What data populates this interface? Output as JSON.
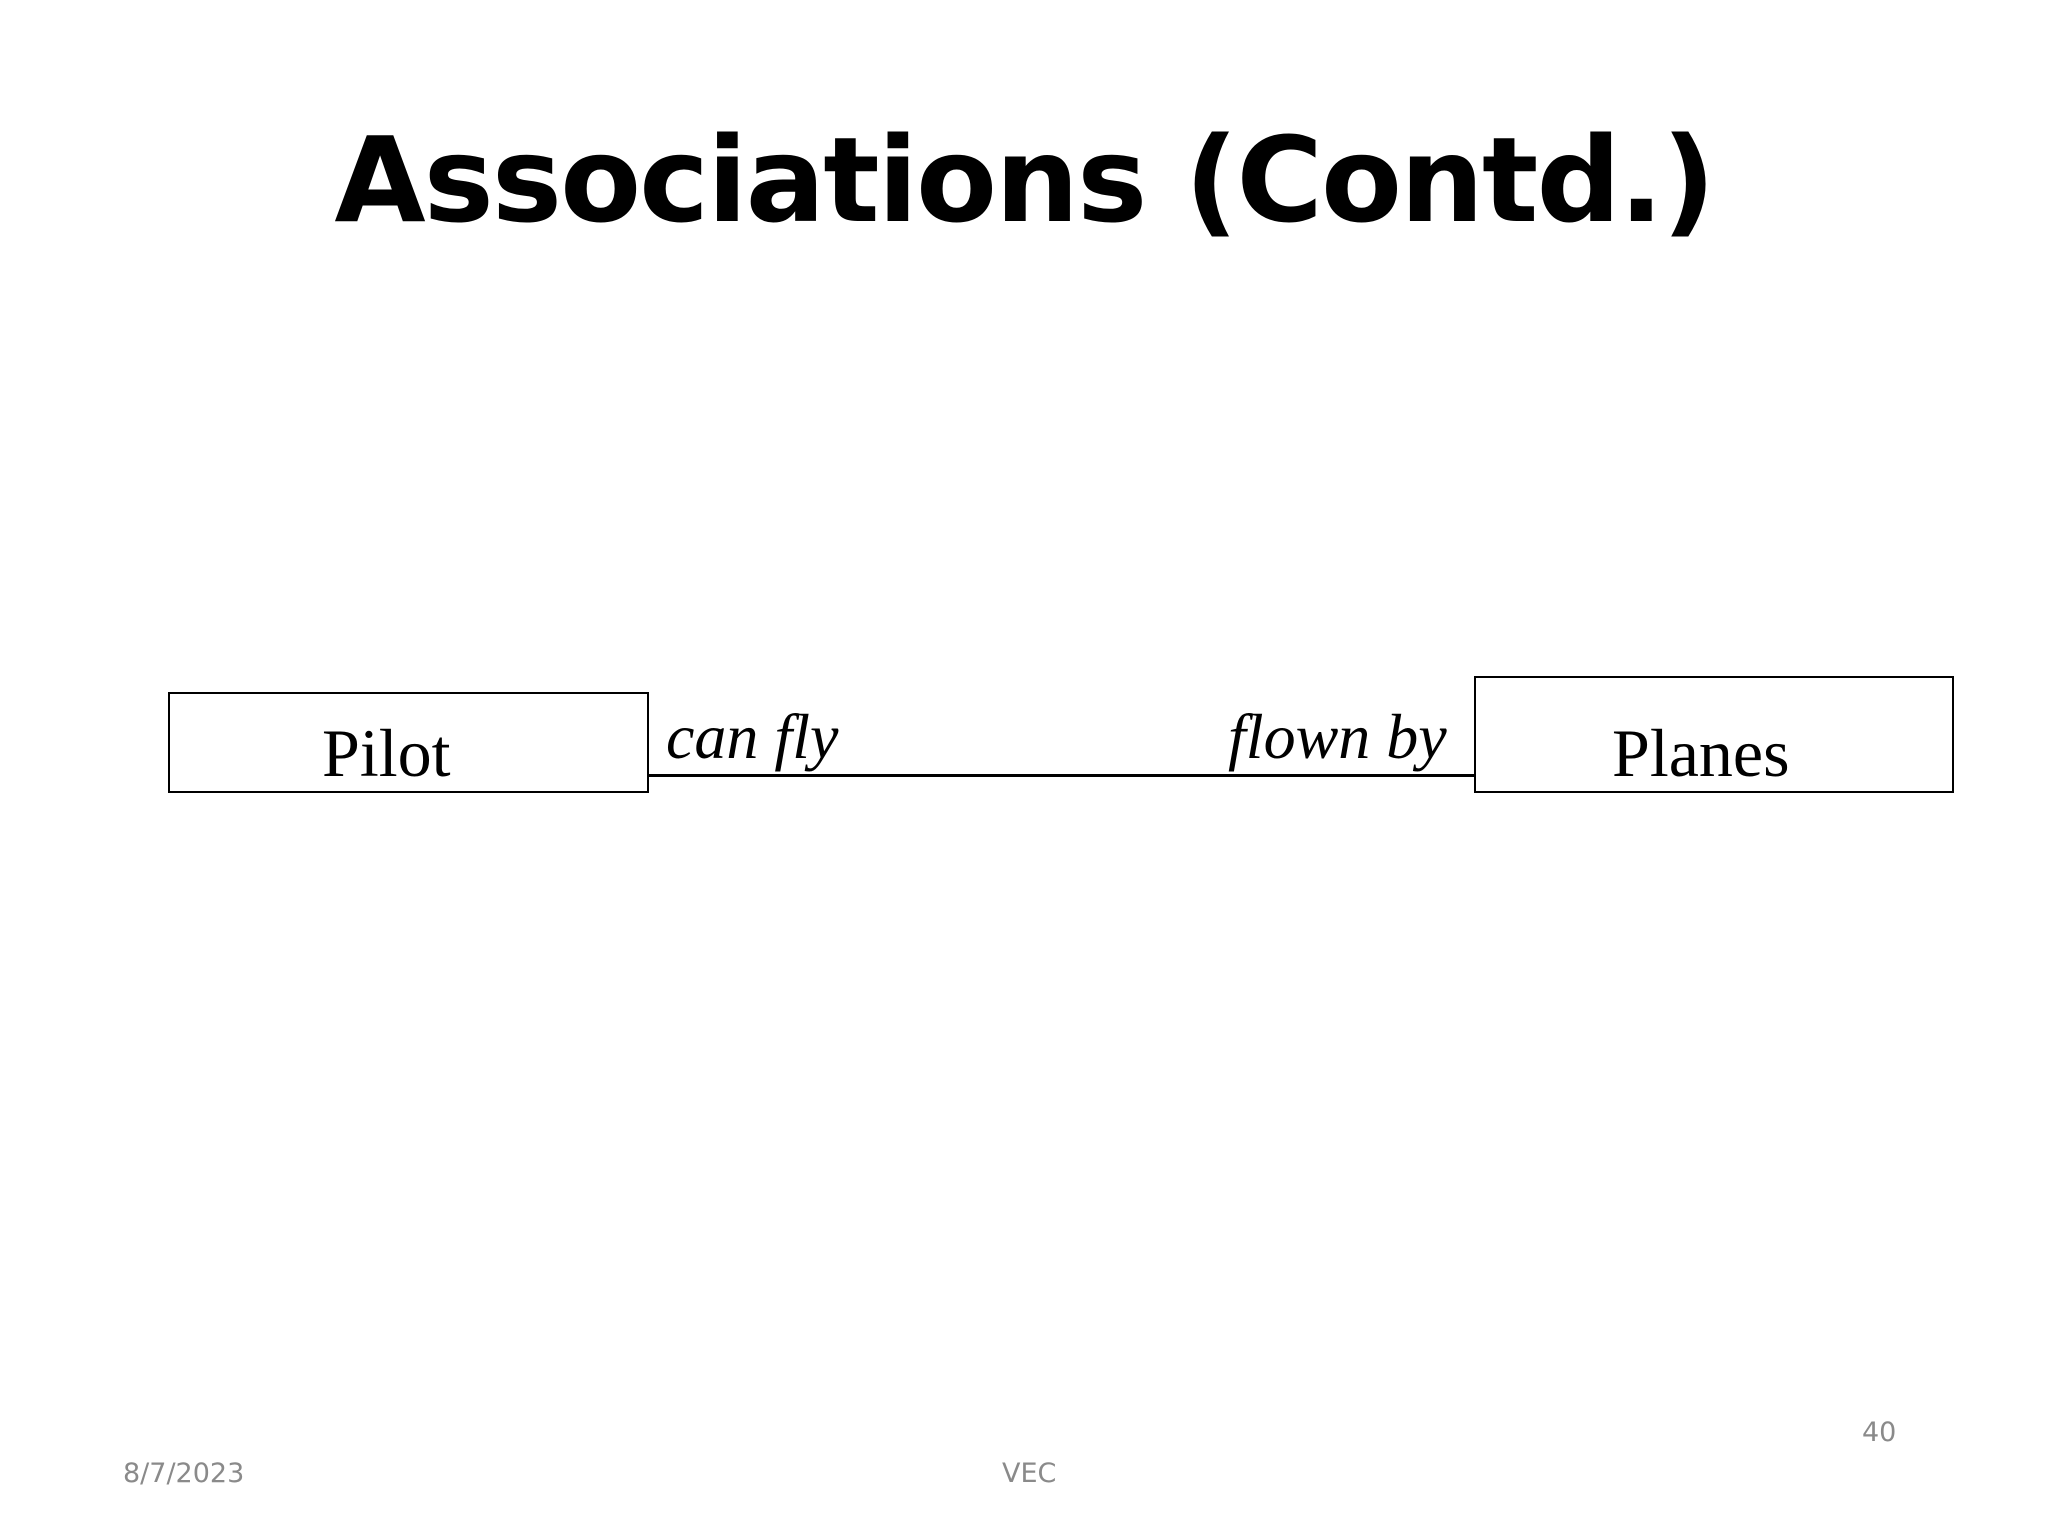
{
  "slide": {
    "title": "Associations (Contd.)"
  },
  "diagram": {
    "left_class": "Pilot",
    "right_class": "Planes",
    "left_role": "can fly",
    "right_role": "flown by"
  },
  "footer": {
    "date": "8/7/2023",
    "center_text": "VEC",
    "page_number": "40"
  }
}
